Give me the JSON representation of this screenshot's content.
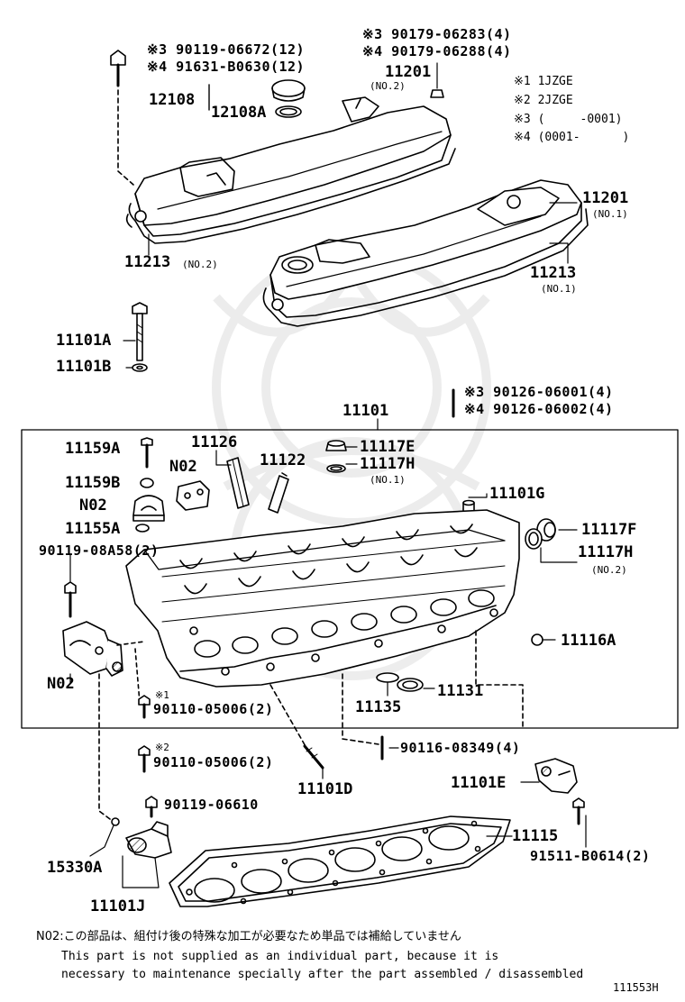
{
  "legend": [
    {
      "mark": "※1",
      "text": "1JZGE"
    },
    {
      "mark": "※2",
      "text": "2JZGE"
    },
    {
      "mark": "※3",
      "text": "(     -0001)"
    },
    {
      "mark": "※4",
      "text": "(0001-      )"
    }
  ],
  "parts": {
    "p_90119_3": "※3 90119-06672(12)",
    "p_91631_4": "※4 91631-B0630(12)",
    "p_90179_3": "※3 90179-06283(4)",
    "p_90179_4": "※4 90179-06288(4)",
    "p_12108": "12108",
    "p_12108A": "12108A",
    "p_11201_no2": "11201",
    "p_11201_no2_sub": "(NO.2)",
    "p_11201_no1": "11201",
    "p_11201_no1_sub": "(NO.1)",
    "p_11213_no2": "11213",
    "p_11213_no2_sub": "(NO.2)",
    "p_11213_no1": "11213",
    "p_11213_no1_sub": "(NO.1)",
    "p_11101A": "11101A",
    "p_11101B": "11101B",
    "p_11101": "11101",
    "p_90126_3": "※3 90126-06001(4)",
    "p_90126_4": "※4 90126-06002(4)",
    "p_11159A": "11159A",
    "p_11126": "11126",
    "p_11117E": "11117E",
    "p_11117H_no1": "11117H",
    "p_11117H_no1_sub": "(NO.1)",
    "p_N02_a": "N02",
    "p_11122": "11122",
    "p_11159B": "11159B",
    "p_11101G": "11101G",
    "p_N02_b": "N02",
    "p_11117F": "11117F",
    "p_11155A": "11155A",
    "p_11117H_no2": "11117H",
    "p_11117H_no2_sub": "(NO.2)",
    "p_90119_08A58": "90119-08A58(2)",
    "p_11116A": "11116A",
    "p_N02_c": "N02",
    "p_11131": "11131",
    "p_11135": "11135",
    "p_90110_1": "90110-05006(2)",
    "p_90110_1_mark": "※1",
    "p_90116": "90116-08349(4)",
    "p_90110_2": "90110-05006(2)",
    "p_90110_2_mark": "※2",
    "p_11101D": "11101D",
    "p_11101E": "11101E",
    "p_90119_06610": "90119-06610",
    "p_11115": "11115",
    "p_91511": "91511-B0614(2)",
    "p_15330A": "15330A",
    "p_11101J": "11101J"
  },
  "footnote": {
    "jp": "N02:この部品は、組付け後の特殊な加工が必要なため単品では補給していません",
    "en1": "This part is not supplied as an individual part, because it is",
    "en2": "necessary to maintenance specially after the part assembled / disassembled"
  },
  "diagram_code": "111553H"
}
